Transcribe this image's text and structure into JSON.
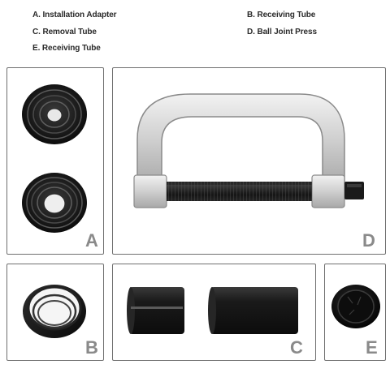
{
  "legend": {
    "a": "A. Installation Adapter",
    "b": "B. Receiving Tube",
    "c": "C. Removal Tube",
    "d": "D. Ball Joint Press",
    "e": "E. Receiving Tube"
  },
  "panels": {
    "a": {
      "letter": "A"
    },
    "b": {
      "letter": "B"
    },
    "c": {
      "letter": "C"
    },
    "d": {
      "letter": "D"
    },
    "e": {
      "letter": "E"
    }
  },
  "colors": {
    "border": "#6f6f6f",
    "letter": "#8a8a8a",
    "part_black": "#141414",
    "press_silver": "#d4d4d4"
  }
}
